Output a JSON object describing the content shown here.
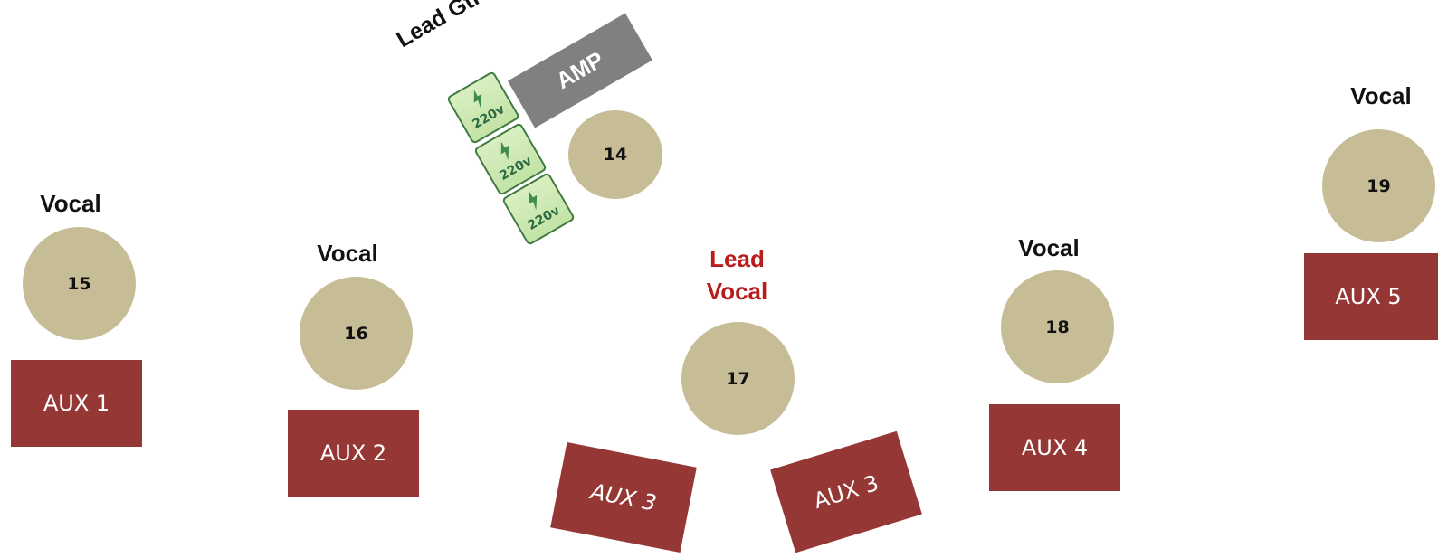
{
  "guitar": {
    "label": "Lead Gtr",
    "amp_label": "AMP",
    "power_outlets": [
      {
        "voltage": "220v"
      },
      {
        "voltage": "220v"
      },
      {
        "voltage": "220v"
      }
    ]
  },
  "mics": [
    {
      "number": "14"
    },
    {
      "number": "15",
      "label": "Vocal"
    },
    {
      "number": "16",
      "label": "Vocal"
    },
    {
      "number": "17",
      "label": "Lead\nVocal"
    },
    {
      "number": "18",
      "label": "Vocal"
    },
    {
      "number": "19",
      "label": "Vocal"
    }
  ],
  "monitors": [
    {
      "label": "AUX 1"
    },
    {
      "label": "AUX 2"
    },
    {
      "label": "AUX 3"
    },
    {
      "label": "AUX 3"
    },
    {
      "label": "AUX 4"
    },
    {
      "label": "AUX 5"
    }
  ],
  "colors": {
    "mic": "#c6bd97",
    "monitor": "#953735",
    "amp": "#808080",
    "lead_vocal_label": "#b81c1c",
    "power_fill": "#c3e3a6"
  }
}
